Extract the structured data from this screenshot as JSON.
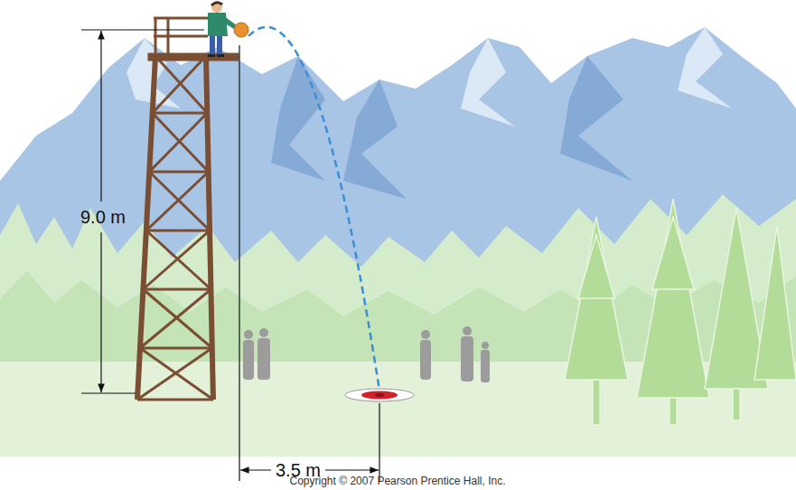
{
  "diagram": {
    "labels": [
      "9.0 m",
      "3.5 m",
      "Copyright © 2007 Pearson Prentice Hall, Inc."
    ]
  }
}
